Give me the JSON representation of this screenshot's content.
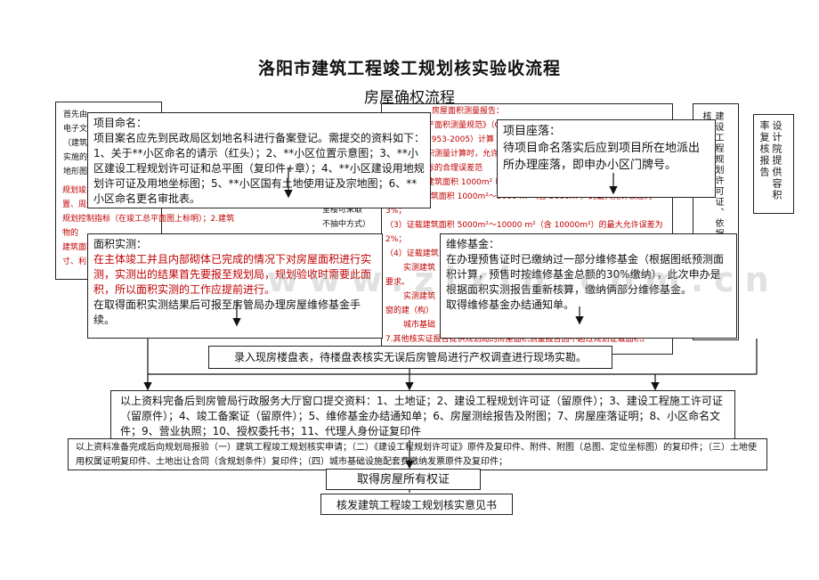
{
  "title": "洛阳市建筑工程竣工规划核实验收流程",
  "subtitle": "房屋确权流程",
  "watermark": "www.zixin.com.cn",
  "bg_left": {
    "l1": "首先由",
    "l2": "电子文",
    "l3": "（建筑",
    "l4": "实施的",
    "l5": "地形图",
    "r1": "规划竣工",
    "r2": "置、周边",
    "r3": "规划控制指标（在竣工总平面图上标明）；2.建筑",
    "r4": "物的",
    "r5": "建筑面积",
    "r6": "寸、利"
  },
  "bg_center": {
    "l1": "房屋面积测量报告：",
    "l2": "产面积测量规范》（GB/T",
    "l3": "7953-2005）计算",
    "l4": "积测量计算时，允许面积",
    "l5": "标的合理误差范",
    "l6": "建筑面积 1000m² 以",
    "l7": "（2）证载建筑面积 1000m²～5000 m²（含 5000m²）的最大允许误差为 3%；",
    "l8": "（3）证载建筑面积 5000m²～10000 m²（含 10000m²）的最大允许误差为",
    "l9": "2%；",
    "l10": "（4）证载建筑",
    "l11": "实测建筑",
    "l12": "要求。",
    "l13": "实测建筑",
    "l14": "窗的建（构）",
    "l15": "城市基础",
    "l16": "7.其他核实证报告提供规划局的房屋面积测量报告因不超过规划证载面积。",
    "w1": "室楼可采取",
    "w2": "不抽中方式）"
  },
  "bg_right": {
    "text": "建设工程规划许可证、依据规划图纸一套，并核实"
  },
  "right_box": {
    "text": "设计院提供容积率复核报告"
  },
  "naming": {
    "heading": "项目命名：",
    "body": "项目案名应先到民政局区划地名科进行备案登记。需提交的资料如下：1、关于**小区命名的请示（红头）；2、**小区位置示意图；3、**小区建设工程规划许可证和总平图（复印件+章）；4、**小区建设用地规划许可证及用地坐标图；5、**小区国有土地使用证及宗地图；6、**小区命名更名审批表。"
  },
  "address": {
    "heading": "项目座落：",
    "body": "待项目命名落实后应到项目所在地派出所办理座落，即申办小区门牌号。"
  },
  "area": {
    "heading": "面积实测：",
    "red_body": "在主体竣工并且内部砌体已完成的情况下对房屋面积进行实测，实测出的结果首先要报至规划局，规划验收时需要此面积，所以面积实测的工作应提前进行。",
    "body": "在取得面积实测结果后可报至房管局办理房屋维修基金手续。"
  },
  "maintenance": {
    "heading": "维修基金：",
    "body": "在办理预售证时已缴纳过一部分维修基金（根据图纸预测面积计算，预售时按维修基金总额的30%缴纳），此次申办是根据面积实测报告重新核算，缴纳俩部分维修基金。",
    "last": "取得维修基金办结通知单。"
  },
  "entry": {
    "text": "录入现房楼盘表，待楼盘表核实无误后房管局进行产权调查进行现场实勘。"
  },
  "submit": {
    "text": "以上资料完备后到房管局行政服务大厅窗口提交资料：1、土地证；2、建设工程规划许可证（留原件）；3、建设工程施工许可证（留原件）；4、竣工备案证（留原件）；5、维修基金办结通知单；6、房屋测绘报告及附图；7、房屋座落证明；8、小区命名文件；9、营业执照；10、授权委托书；11、代理人身份证复印件"
  },
  "planning_submit": {
    "text": "以上资料准备完成后向规划局报验（一）建筑工程竣工规划核实申请；（二）《建设工程规划许可证》原件及复印件、附件、附图（总图、定位坐标图）的复印件；（三）土地使用权属证明复印件、土地出让合同（含规划条件）复印件；（四）城市基础设施配套费缴纳发票原件及复印件；"
  },
  "result_property": {
    "text": "取得房屋所有权证"
  },
  "result_planning": {
    "text": "核发建筑工程竣工规划核实意见书"
  }
}
